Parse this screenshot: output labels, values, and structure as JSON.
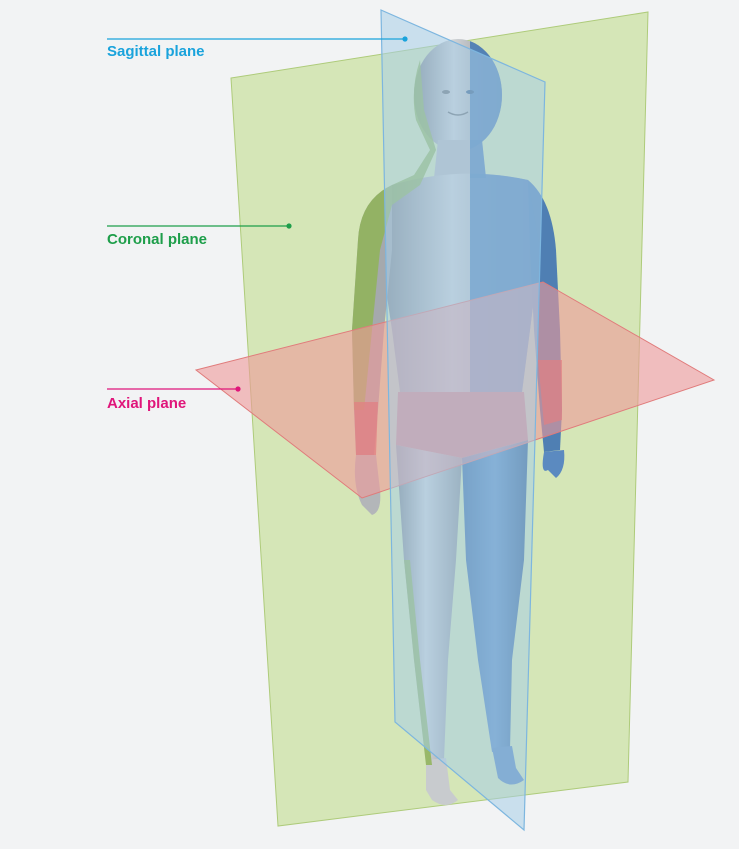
{
  "labels": {
    "sagittal": "Sagittal plane",
    "coronal": "Coronal plane",
    "axial": "Axial plane"
  },
  "colors": {
    "background": "#f2f3f4",
    "sagittal": "#1aa3dc",
    "coronal": "#1e9e4a",
    "axial": "#e0157a",
    "coronal_plane_fill": "#c5de9a",
    "sagittal_plane_fill": "#a8cde8",
    "axial_plane_fill": "#ef9a9a",
    "body_grey": "#9ea2a6",
    "body_blue": "#4c7fb6",
    "body_green": "#8fb457",
    "body_red": "#cf5a60"
  }
}
